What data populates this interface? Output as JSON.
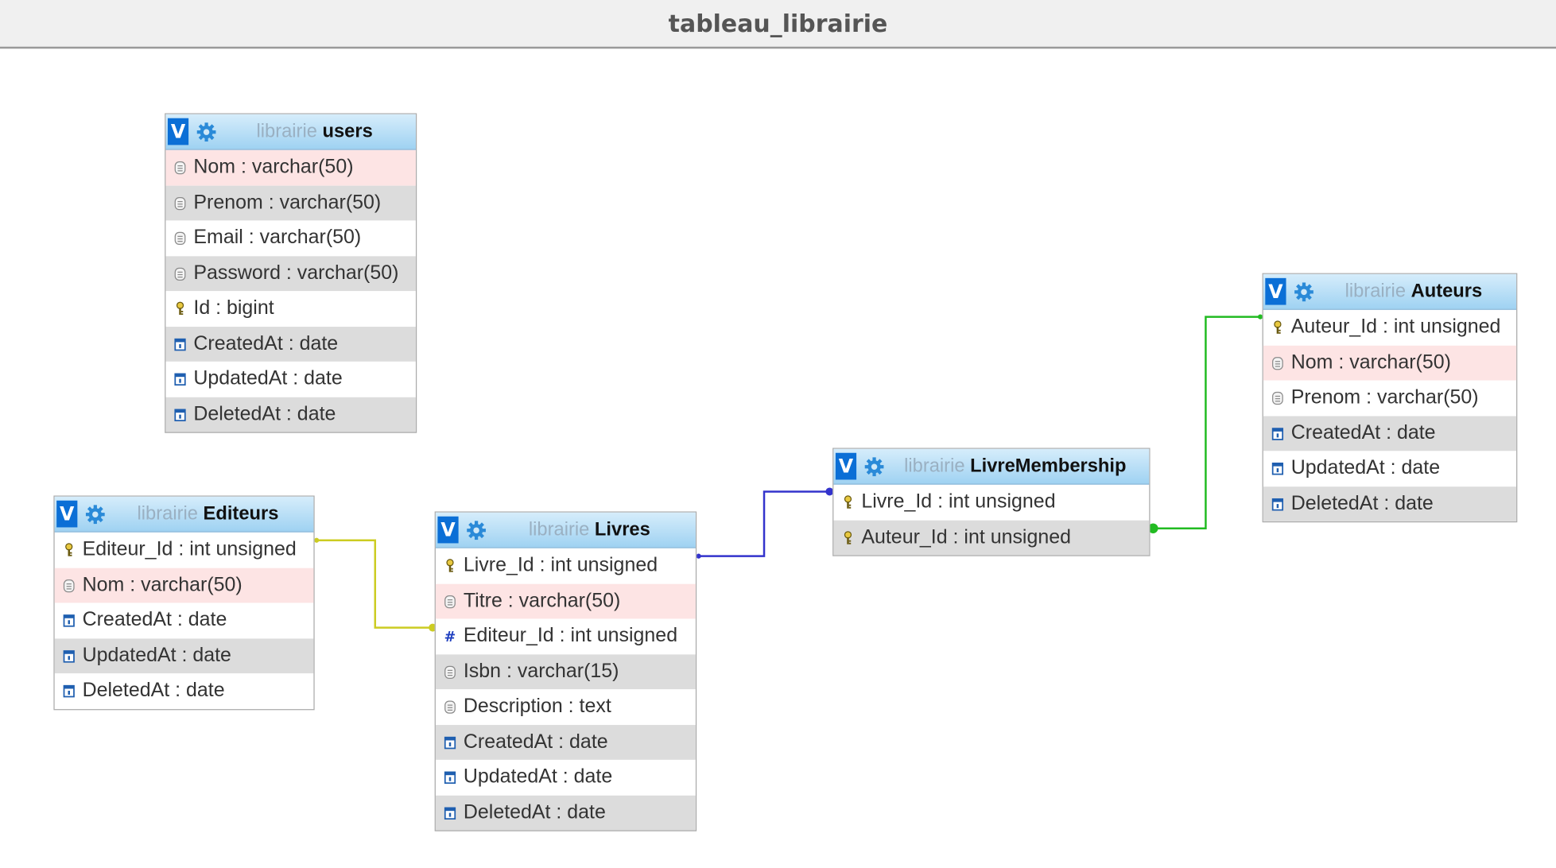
{
  "title": "tableau_librairie",
  "tables": [
    {
      "key": "users",
      "schema": "librairie",
      "name": "users",
      "columns": [
        {
          "label": "Nom : varchar(50)",
          "icon": "text-column-icon",
          "bg": "pink"
        },
        {
          "label": "Prenom : varchar(50)",
          "icon": "text-column-icon",
          "bg": "alt"
        },
        {
          "label": "Email : varchar(50)",
          "icon": "text-column-icon",
          "bg": ""
        },
        {
          "label": "Password : varchar(50)",
          "icon": "text-column-icon",
          "bg": "alt"
        },
        {
          "label": "Id : bigint",
          "icon": "primary-key-icon",
          "bg": ""
        },
        {
          "label": "CreatedAt : date",
          "icon": "date-column-icon",
          "bg": "alt"
        },
        {
          "label": "UpdatedAt : date",
          "icon": "date-column-icon",
          "bg": ""
        },
        {
          "label": "DeletedAt : date",
          "icon": "date-column-icon",
          "bg": "alt"
        }
      ]
    },
    {
      "key": "editeurs",
      "schema": "librairie",
      "name": "Editeurs",
      "columns": [
        {
          "label": "Editeur_Id : int unsigned",
          "icon": "primary-key-icon",
          "bg": ""
        },
        {
          "label": "Nom : varchar(50)",
          "icon": "text-column-icon",
          "bg": "pink"
        },
        {
          "label": "CreatedAt : date",
          "icon": "date-column-icon",
          "bg": ""
        },
        {
          "label": "UpdatedAt : date",
          "icon": "date-column-icon",
          "bg": "alt"
        },
        {
          "label": "DeletedAt : date",
          "icon": "date-column-icon",
          "bg": ""
        }
      ]
    },
    {
      "key": "livres",
      "schema": "librairie",
      "name": "Livres",
      "columns": [
        {
          "label": "Livre_Id : int unsigned",
          "icon": "primary-key-icon",
          "bg": ""
        },
        {
          "label": "Titre : varchar(50)",
          "icon": "text-column-icon",
          "bg": "pink"
        },
        {
          "label": "Editeur_Id : int unsigned",
          "icon": "numeric-column-icon",
          "bg": ""
        },
        {
          "label": "Isbn : varchar(15)",
          "icon": "text-column-icon",
          "bg": "alt"
        },
        {
          "label": "Description : text",
          "icon": "text-column-icon",
          "bg": ""
        },
        {
          "label": "CreatedAt : date",
          "icon": "date-column-icon",
          "bg": "alt"
        },
        {
          "label": "UpdatedAt : date",
          "icon": "date-column-icon",
          "bg": ""
        },
        {
          "label": "DeletedAt : date",
          "icon": "date-column-icon",
          "bg": "alt"
        }
      ]
    },
    {
      "key": "livremembership",
      "schema": "librairie",
      "name": "LivreMembership",
      "columns": [
        {
          "label": "Livre_Id : int unsigned",
          "icon": "primary-key-icon",
          "bg": ""
        },
        {
          "label": "Auteur_Id : int unsigned",
          "icon": "primary-key-icon",
          "bg": "alt"
        }
      ]
    },
    {
      "key": "auteurs",
      "schema": "librairie",
      "name": "Auteurs",
      "columns": [
        {
          "label": "Auteur_Id : int unsigned",
          "icon": "primary-key-icon",
          "bg": ""
        },
        {
          "label": "Nom : varchar(50)",
          "icon": "text-column-icon",
          "bg": "pink"
        },
        {
          "label": "Prenom : varchar(50)",
          "icon": "text-column-icon",
          "bg": ""
        },
        {
          "label": "CreatedAt : date",
          "icon": "date-column-icon",
          "bg": "alt"
        },
        {
          "label": "UpdatedAt : date",
          "icon": "date-column-icon",
          "bg": ""
        },
        {
          "label": "DeletedAt : date",
          "icon": "date-column-icon",
          "bg": "alt"
        }
      ]
    }
  ],
  "toggle_label": "V",
  "relations": [
    {
      "from": "Livres.Editeur_Id",
      "to": "Editeurs.Editeur_Id",
      "color": "#cccc22"
    },
    {
      "from": "LivreMembership.Livre_Id",
      "to": "Livres.Livre_Id",
      "color": "#3333cc"
    },
    {
      "from": "LivreMembership.Auteur_Id",
      "to": "Auteurs.Auteur_Id",
      "color": "#22bb22"
    }
  ]
}
